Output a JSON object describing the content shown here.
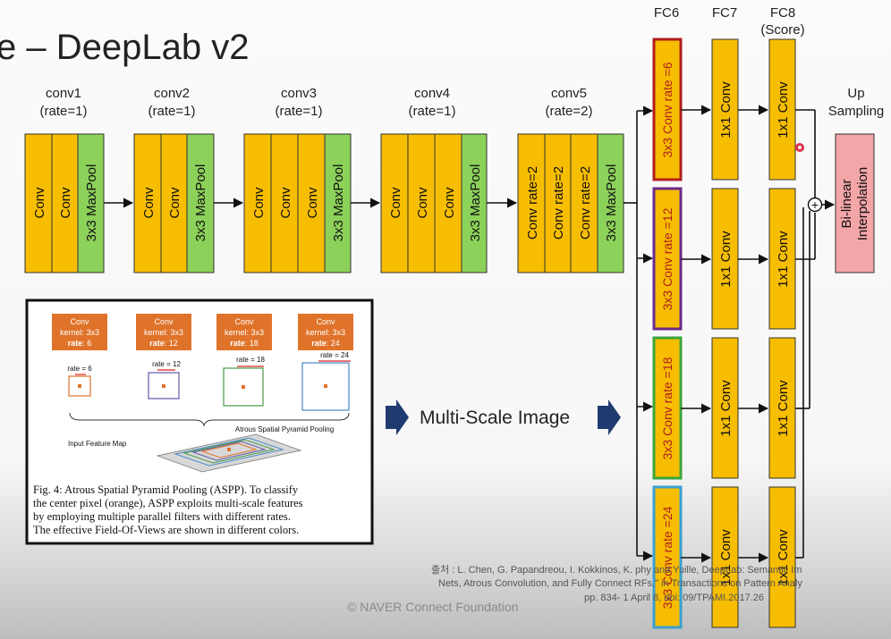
{
  "title": "e – DeepLab v2",
  "stages": [
    {
      "name": "conv1",
      "rate": "(rate=1)",
      "convs": [
        "Conv",
        "Conv"
      ],
      "pool": "3x3 MaxPool"
    },
    {
      "name": "conv2",
      "rate": "(rate=1)",
      "convs": [
        "Conv",
        "Conv"
      ],
      "pool": "3x3 MaxPool"
    },
    {
      "name": "conv3",
      "rate": "(rate=1)",
      "convs": [
        "Conv",
        "Conv",
        "Conv"
      ],
      "pool": "3x3 MaxPool"
    },
    {
      "name": "conv4",
      "rate": "(rate=1)",
      "convs": [
        "Conv",
        "Conv",
        "Conv"
      ],
      "pool": "3x3 MaxPool"
    },
    {
      "name": "conv5",
      "rate": "(rate=2)",
      "convs": [
        "Conv rate=2",
        "Conv rate=2",
        "Conv rate=2"
      ],
      "pool": "3x3 MaxPool"
    }
  ],
  "fc_headers": {
    "fc6": "FC6",
    "fc7": "FC7",
    "fc8": "FC8",
    "fc8_sub": "(Score)",
    "up1": "Up",
    "up2": "Sampling"
  },
  "branches": [
    {
      "fc6": "3x3 Conv rate =6",
      "fc7": "1x1 Conv",
      "fc8": "1x1 Conv",
      "border": "#b01e1e"
    },
    {
      "fc6": "3x3 Conv rate =12",
      "fc7": "1x1 Conv",
      "fc8": "1x1 Conv",
      "border": "#6b2a8a"
    },
    {
      "fc6": "3x3 Conv rate =18",
      "fc7": "1x1 Conv",
      "fc8": "1x1 Conv",
      "border": "#3aa53a"
    },
    {
      "fc6": "3x3 Conv rate =24",
      "fc7": "1x1 Conv",
      "fc8": "1x1 Conv",
      "border": "#3aa0d0"
    }
  ],
  "sum_symbol": "+",
  "upsample": {
    "line1": "Bi-linear",
    "line2": "Interpolation"
  },
  "middle_label": "Multi-Scale Image",
  "inset": {
    "aspp_boxes": [
      {
        "title": "Conv",
        "kernel": "kernel: 3x3",
        "rate_label": "rate",
        "rate_value": ": 6",
        "rate_tag": "rate = 6",
        "color": "#e0732a"
      },
      {
        "title": "Conv",
        "kernel": "kernel: 3x3",
        "rate_label": "rate",
        "rate_value": ": 12",
        "rate_tag": "rate = 12",
        "color": "#5a5aa8"
      },
      {
        "title": "Conv",
        "kernel": "kernel: 3x3",
        "rate_label": "rate",
        "rate_value": ": 18",
        "rate_tag": "rate = 18",
        "color": "#4a9a4a"
      },
      {
        "title": "Conv",
        "kernel": "kernel: 3x3",
        "rate_label": "rate",
        "rate_value": ": 24",
        "rate_tag": "rate = 24",
        "color": "#4a8ac8"
      }
    ],
    "aspp_label": "Atrous Spatial Pyramid Pooling",
    "input_label": "Input Feature Map",
    "caption": [
      "Fig. 4: Atrous Spatial Pyramid Pooling (ASPP). To classify",
      "the center pixel (orange), ASPP exploits multi-scale features",
      "by employing multiple parallel filters with different rates.",
      "The effective Field-Of-Views are shown in different colors."
    ]
  },
  "citation": [
    "출처 : L. Chen, G. Papandreou, I. Kokkinos, K.  phy and   Yuille, DeepLab: Semantic Im",
    "Nets, Atrous Convolution, and Fully Connect  RFs,\" in     Transactions on Pattern Analy",
    "pp. 834-  1 April   8, doi:   09/TPAMI.2017.26"
  ],
  "watermark": "©  NAVER Connect Foundation",
  "colors": {
    "orange": "#f7bd00",
    "green": "#8cd15a",
    "pink": "#f4a5a8",
    "black": "#111111"
  }
}
